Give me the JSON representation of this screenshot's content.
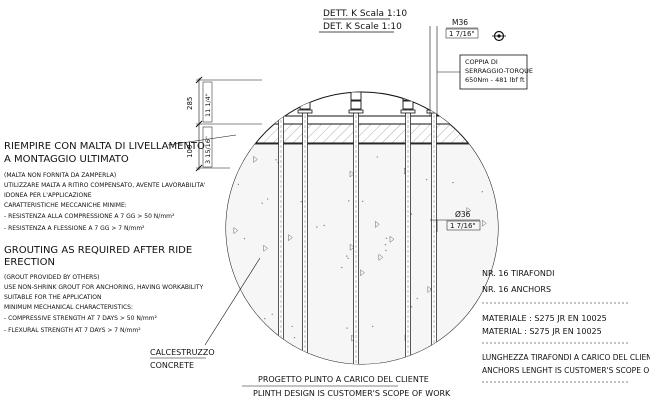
{
  "header": {
    "title_it": "DETT. K Scala 1:10",
    "title_en": "DET. K Scale 1:10"
  },
  "torque": {
    "l1": "COPPIA DI",
    "l2": "SERRAGGIO-TORQUE",
    "l3": "650Nm  -  481 lbf ft"
  },
  "dims": {
    "m36": "M36",
    "m36_in": "1 7/16\"",
    "d36": "Ø36",
    "d36_in": "1 7/16\"",
    "h285": "285",
    "h285_in": "11 1/4\"",
    "h100": "100",
    "h100_in": "3 15/16\""
  },
  "grout_it": {
    "title1": "RIEMPIRE CON MALTA DI LIVELLAMENTO",
    "title2": "A MONTAGGIO ULTIMATO",
    "lines": [
      "(MALTA NON FORNITA DA ZAMPERLA)",
      "UTILIZZARE MALTA A RITIRO COMPENSATO, AVENTE LAVORABILITA'",
      "IDONEA PER L'APPLICAZIONE",
      "CARATTERISTICHE MECCANICHE MINIME:",
      "- RESISTENZA ALLA COMPRESSIONE A 7 GG > 50 N/mm²",
      "- RESISTENZA A FLESSIONE A 7 GG > 7 N/mm²"
    ]
  },
  "grout_en": {
    "title1": "GROUTING AS REQUIRED AFTER RIDE",
    "title2": "ERECTION",
    "lines": [
      "(GROUT PROVIDED BY OTHERS)",
      "USE NON-SHRINK GROUT FOR ANCHORING, HAVING WORKABILITY",
      "SUITABLE FOR THE APPLICATION",
      "MINIMUM MECHANICAL CHARACTERISTICS:",
      "- COMPRESSIVE STRENGTH AT 7 DAYS > 50 N/mm²",
      "- FLEXURAL STRENGTH AT 7 DAYS > 7 N/mm²"
    ]
  },
  "right": {
    "anchors_it": "NR. 16 TIRAFONDI",
    "anchors_en": "NR. 16 ANCHORS",
    "mat_it": "MATERIALE : S275 JR EN 10025",
    "mat_en": "MATERIAL : S275 JR EN 10025",
    "len_it": "LUNGHEZZA TIRAFONDI A CARICO DEL CLIENTE",
    "len_en": "ANCHORS LENGHT IS CUSTOMER'S SCOPE OF WORK"
  },
  "concrete": {
    "it": "CALCESTRUZZO",
    "en": "CONCRETE"
  },
  "footer": {
    "it": "PROGETTO PLINTO A CARICO DEL CLIENTE",
    "en": "PLINTH DESIGN IS CUSTOMER'S SCOPE OF WORK"
  }
}
